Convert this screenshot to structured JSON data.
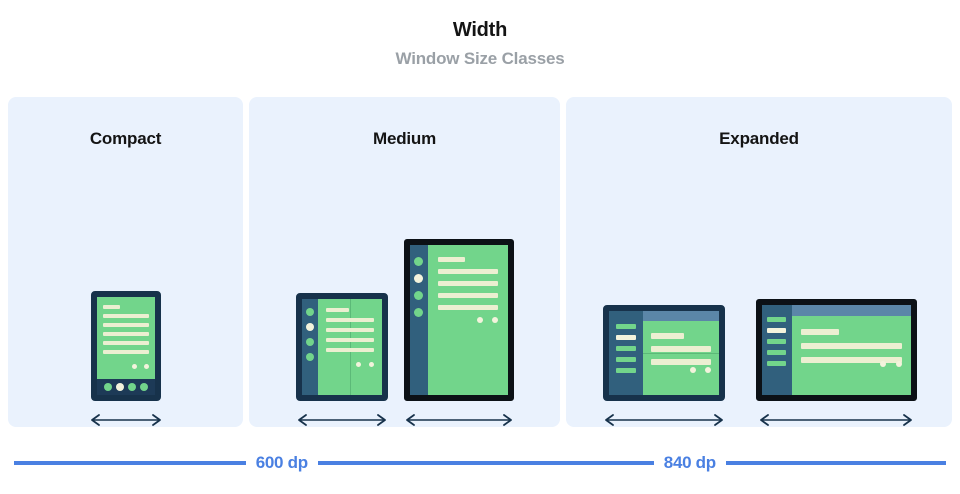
{
  "header": {
    "title": "Width",
    "subtitle": "Window Size Classes"
  },
  "colors": {
    "panel_bg": "#eaf2fd",
    "screen_green": "#72d58b",
    "line_cream": "#ecefd1",
    "frame_navy": "#17324b",
    "frame_black": "#0c1116",
    "rail_blue": "#31607d",
    "topbar_blue": "#5b86a8",
    "scale_blue": "#4a80e2",
    "title_black": "#141414",
    "subtitle_gray": "#9aa0a6"
  },
  "panels": [
    {
      "id": "compact",
      "title": "Compact",
      "devices": [
        {
          "name": "phone",
          "frame": "navy",
          "orientation": "portrait",
          "nav": "bottom-bar",
          "nav_items": [
            "green",
            "cream",
            "green",
            "green"
          ],
          "content_lines": 6,
          "fold": "none",
          "arrow": "double-headed-horizontal"
        }
      ]
    },
    {
      "id": "medium",
      "title": "Medium",
      "devices": [
        {
          "name": "foldable-unfolded-portrait",
          "frame": "navy",
          "orientation": "portrait",
          "nav": "left-rail-dots",
          "nav_items": [
            "green",
            "cream",
            "green",
            "green"
          ],
          "content_lines": 5,
          "fold": "vertical",
          "arrow": "double-headed-horizontal"
        },
        {
          "name": "tablet-portrait",
          "frame": "black",
          "orientation": "portrait",
          "nav": "left-rail-dots",
          "nav_items": [
            "green",
            "cream",
            "green",
            "green"
          ],
          "content_lines": 5,
          "fold": "none",
          "arrow": "double-headed-horizontal"
        }
      ]
    },
    {
      "id": "expanded",
      "title": "Expanded",
      "devices": [
        {
          "name": "foldable-unfolded-landscape",
          "frame": "navy",
          "orientation": "landscape",
          "nav": "left-rail-bars",
          "nav_items": [
            "green",
            "cream",
            "green",
            "green",
            "green"
          ],
          "content_lines": 3,
          "fold": "horizontal",
          "topbar": true,
          "arrow": "double-headed-horizontal"
        },
        {
          "name": "tablet-landscape",
          "frame": "black",
          "orientation": "landscape",
          "nav": "left-rail-bars",
          "nav_items": [
            "green",
            "cream",
            "green",
            "green",
            "green"
          ],
          "content_lines": 3,
          "fold": "none",
          "topbar": true,
          "arrow": "double-headed-horizontal"
        }
      ]
    }
  ],
  "scale": {
    "breakpoints": [
      {
        "label": "600 dp"
      },
      {
        "label": "840 dp"
      }
    ]
  }
}
